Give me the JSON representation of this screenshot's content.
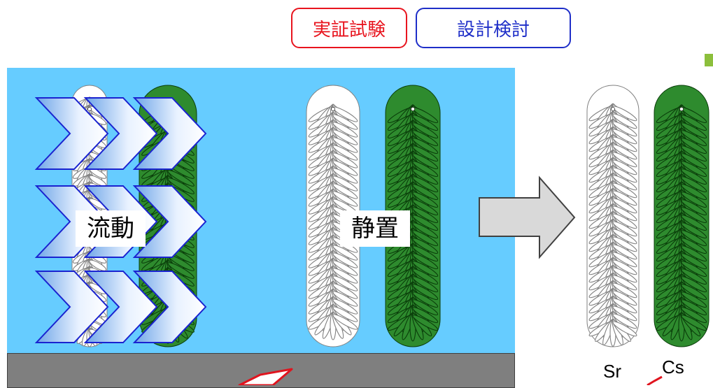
{
  "tags": {
    "demonstration": "実証試験",
    "design": "設計検討"
  },
  "labels": {
    "flow": "流動",
    "static": "静置",
    "strontium": "Sr",
    "cesium": "Cs"
  },
  "colors": {
    "water": "#66ccff",
    "plate": "#7f7f7f",
    "white_petal": "#ffffff",
    "white_petal_stroke": "#808080",
    "green_petal": "#2e8b2e",
    "green_petal_stroke": "#0a3d0a",
    "chevron_stroke": "#1a23d0",
    "chevron_fill_left": "#6fa6e8",
    "big_arrow_fill": "#d9d9d9",
    "tag_red": "#e8141e",
    "tag_blue": "#1e2ec8"
  }
}
